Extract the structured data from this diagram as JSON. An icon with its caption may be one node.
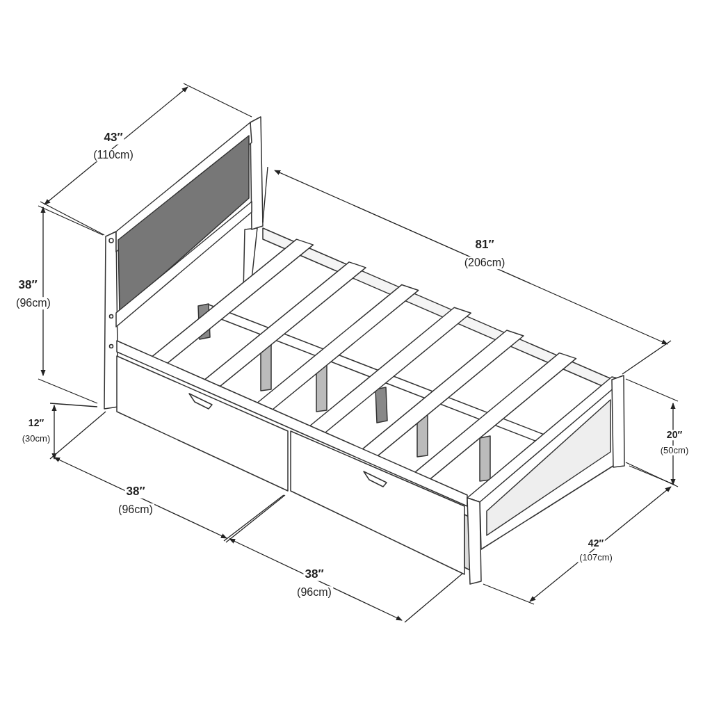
{
  "diagram": {
    "labels": [
      "43″",
      "(110cm)",
      "38″",
      "(96cm)",
      "81″",
      "(206cm)",
      "12″",
      "(30cm)",
      "20″",
      "(50cm)",
      "38″",
      "(96cm)",
      "42″",
      "(107cm)",
      "38″",
      "(96cm)"
    ]
  }
}
